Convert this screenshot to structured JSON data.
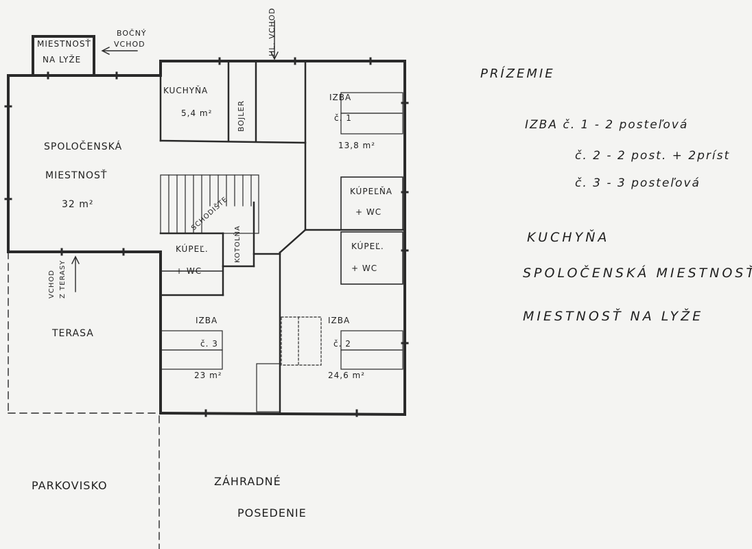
{
  "plan": {
    "rooms": {
      "ski_room_line1": "MIESTNOSŤ",
      "ski_room_line2": "NA LYŽE",
      "side_entrance_line1": "BOČNÝ",
      "side_entrance_line2": "VCHOD",
      "main_entrance": "HL. VCHOD",
      "kitchen": "KUCHYŇA",
      "kitchen_area": "5,4 m²",
      "boiler": "BOJLER",
      "room1_title": "IZBA",
      "room1_number": "č. 1",
      "room1_area": "13,8 m²",
      "social_line1": "SPOLOČENSKÁ",
      "social_line2": "MIESTNOSŤ",
      "social_area": "32 m²",
      "stairs": "SCHODIŠTE",
      "boiler_room": "KOTOLŇA",
      "bath_upper_line1": "KÚPEĽŇA",
      "bath_upper_line2": "+ WC",
      "bath_left_line1": "KÚPEĽ.",
      "bath_left_line2": "+ WC",
      "bath_right_line1": "KÚPEĽ.",
      "bath_right_line2": "+ WC",
      "terrace_entrance_line1": "VCHOD",
      "terrace_entrance_line2": "Z TERASY",
      "terrace": "TERASA",
      "room3_title": "IZBA",
      "room3_number": "č. 3",
      "room3_area": "23 m²",
      "room2_title": "IZBA",
      "room2_number": "č. 2",
      "room2_area": "24,6 m²",
      "parking": "PARKOVISKO",
      "garden_line1": "ZÁHRADNÉ",
      "garden_line2": "POSEDENIE"
    },
    "legend": {
      "floor_title": "PRÍZEMIE",
      "room1_line": "IZBA č. 1 - 2 posteľová",
      "room2_line": "č. 2 - 2 post. + 2príst",
      "room3_line": "č. 3 - 3 posteľová",
      "kitchen": "KUCHYŇA",
      "social_room": "SPOLOČENSKÁ MIESTNOSŤ",
      "ski_room": "MIESTNOSŤ NA LYŽE"
    },
    "colors": {
      "paper": "#f4f4f2",
      "ink": "#222222"
    }
  }
}
